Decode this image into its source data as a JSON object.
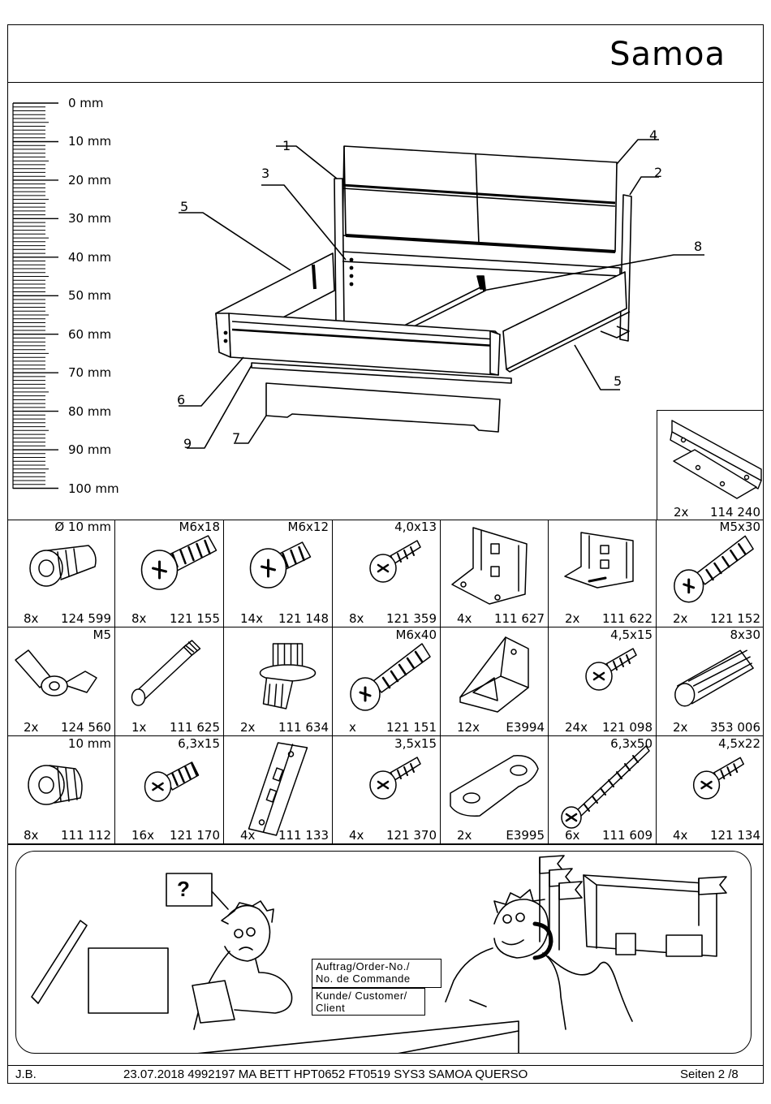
{
  "header": {
    "title": "Samoa"
  },
  "ruler": {
    "labels": [
      "0 mm",
      "10 mm",
      "20 mm",
      "30 mm",
      "40 mm",
      "50 mm",
      "60 mm",
      "70 mm",
      "80 mm",
      "90 mm",
      "100 mm"
    ]
  },
  "assembly": {
    "callouts": [
      "1",
      "2",
      "3",
      "4",
      "5",
      "5",
      "6",
      "7",
      "8",
      "9"
    ]
  },
  "bracket": {
    "qty": "2x",
    "code": "114 240"
  },
  "parts": [
    {
      "spec": "Ø 10 mm",
      "qty": "8x",
      "code": "124 599",
      "icon": "cam-nut-icon"
    },
    {
      "spec": "M6x18",
      "qty": "8x",
      "code": "121 155",
      "icon": "bolt-icon"
    },
    {
      "spec": "M6x12",
      "qty": "14x",
      "code": "121 148",
      "icon": "bolt-short-icon"
    },
    {
      "spec": "4,0x13",
      "qty": "8x",
      "code": "121 359",
      "icon": "screw-icon"
    },
    {
      "spec": "",
      "qty": "4x",
      "code": "111 627",
      "icon": "bracket-large-icon"
    },
    {
      "spec": "",
      "qty": "2x",
      "code": "111 622",
      "icon": "bracket-small-icon"
    },
    {
      "spec": "M5x30",
      "qty": "2x",
      "code": "121 152",
      "icon": "bolt-long-icon"
    },
    {
      "spec": "M5",
      "qty": "2x",
      "code": "124 560",
      "icon": "wing-nut-icon"
    },
    {
      "spec": "",
      "qty": "1x",
      "code": "111 625",
      "icon": "allen-key-icon"
    },
    {
      "spec": "",
      "qty": "2x",
      "code": "111 634",
      "icon": "leveler-foot-icon"
    },
    {
      "spec": "M6x40",
      "qty": "x",
      "code": "121 151",
      "icon": "bolt-long-icon"
    },
    {
      "spec": "",
      "qty": "12x",
      "code": "E3994",
      "icon": "corner-bracket-icon"
    },
    {
      "spec": "4,5x15",
      "qty": "24x",
      "code": "121 098",
      "icon": "screw-icon"
    },
    {
      "spec": "8x30",
      "qty": "2x",
      "code": "353 006",
      "icon": "dowel-icon"
    },
    {
      "spec": "10 mm",
      "qty": "8x",
      "code": "111 112",
      "icon": "insert-nut-icon"
    },
    {
      "spec": "6,3x15",
      "qty": "16x",
      "code": "121 170",
      "icon": "euro-screw-icon"
    },
    {
      "spec": "",
      "qty": "4x",
      "code": "111 133",
      "icon": "hook-plate-icon"
    },
    {
      "spec": "3,5x15",
      "qty": "4x",
      "code": "121 370",
      "icon": "screw-icon"
    },
    {
      "spec": "",
      "qty": "2x",
      "code": "E3995",
      "icon": "connector-plate-icon"
    },
    {
      "spec": "6,3x50",
      "qty": "6x",
      "code": "111 609",
      "icon": "long-screw-icon"
    },
    {
      "spec": "4,5x22",
      "qty": "4x",
      "code": "121 134",
      "icon": "screw-icon"
    }
  ],
  "service": {
    "question": "?",
    "order_line1": "Auftrag/Order-No./",
    "order_line2": "No. de Commande",
    "customer_line1": "Kunde/ Customer/",
    "customer_line2": "Client"
  },
  "footer": {
    "author": "J.B.",
    "doc": "23.07.2018  4992197 MA BETT HPT0652 FT0519 SYS3 SAMOA QUERSO",
    "pages": "Seiten 2 /8"
  }
}
